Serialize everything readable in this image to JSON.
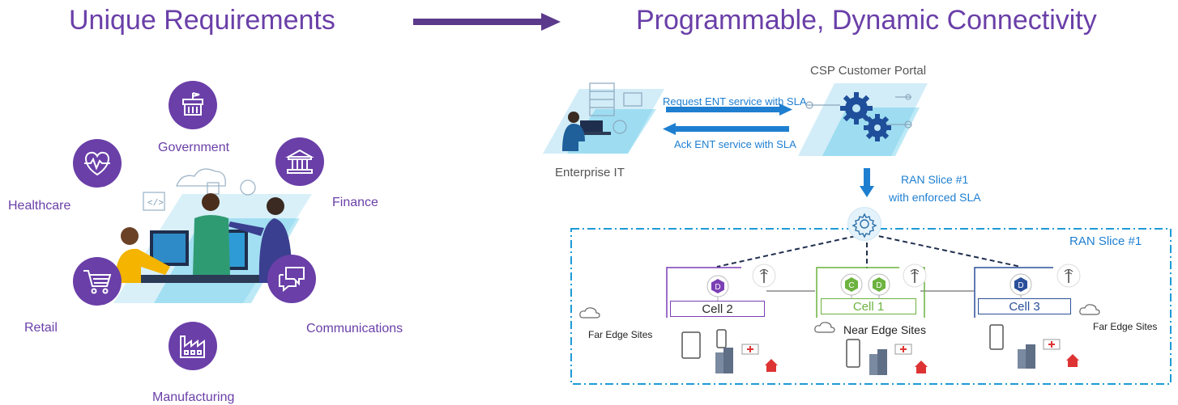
{
  "left": {
    "title": "Unique Requirements",
    "sectors": {
      "government": "Government",
      "healthcare": "Healthcare",
      "finance": "Finance",
      "retail": "Retail",
      "communications": "Communications",
      "manufacturing": "Manufacturing"
    },
    "accent": "#6a3fa8"
  },
  "right": {
    "title": "Programmable, Dynamic Connectivity",
    "portal_label": "CSP Customer Portal",
    "enterprise_label": "Enterprise IT",
    "request_label": "Request ENT service with SLA",
    "ack_label": "Ack ENT service with SLA",
    "slice_note_line1": "RAN Slice #1",
    "slice_note_line2": "with enforced SLA",
    "slice_box_label": "RAN Slice #1",
    "cells": {
      "cell2": {
        "label": "Cell 2",
        "badges": [
          "D"
        ],
        "color": "#7b3fb5"
      },
      "cell1": {
        "label": "Cell 1",
        "badges": [
          "C",
          "D"
        ],
        "color": "#6cb33f"
      },
      "cell3": {
        "label": "Cell 3",
        "badges": [
          "D"
        ],
        "color": "#2a4f9a"
      }
    },
    "far_edge_left": "Far Edge Sites",
    "near_edge": "Near Edge Sites",
    "far_edge_right": "Far Edge Sites",
    "accent": "#1e7fd1"
  }
}
